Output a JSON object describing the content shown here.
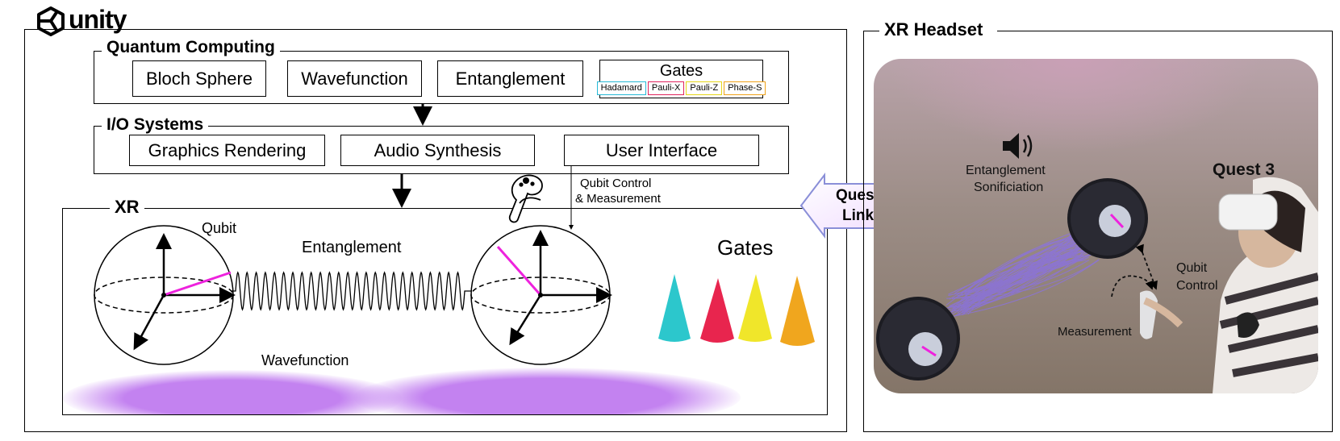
{
  "logo": {
    "text": "unity"
  },
  "frames": {
    "quantum_computing": "Quantum Computing",
    "io_systems": "I/O Systems",
    "xr": "XR",
    "xr_headset": "XR Headset"
  },
  "qc_modules": [
    "Bloch Sphere",
    "Wavefunction",
    "Entanglement"
  ],
  "gates_box": {
    "title": "Gates",
    "gates": [
      {
        "label": "Hadamard",
        "color": "#27b9d6"
      },
      {
        "label": "Pauli-X",
        "color": "#e0245e"
      },
      {
        "label": "Pauli-Z",
        "color": "#e6d619"
      },
      {
        "label": "Phase-S",
        "color": "#f0a21a"
      }
    ]
  },
  "io_modules": [
    "Graphics Rendering",
    "Audio Synthesis",
    "User Interface"
  ],
  "xr_scene": {
    "qubit_label": "Qubit",
    "entanglement_label": "Entanglement",
    "wavefunction_label": "Wavefunction",
    "gates_label": "Gates",
    "control_label_line1": "Qubit Control",
    "control_label_line2": "& Measurement",
    "cone_colors": [
      "#2cc7cc",
      "#e8254e",
      "#f0e62a",
      "#f0a61e"
    ],
    "wave_color": "#c382f0",
    "bloch_vector_color": "#ee22dd"
  },
  "quest_link": {
    "line1": "Quest",
    "line2": "Link"
  },
  "headset_photo": {
    "sonification_line1": "Entanglement",
    "sonification_line2": "Sonificiation",
    "device_label": "Quest 3",
    "control_line1": "Qubit",
    "control_line2": "Control",
    "measurement_label": "Measurement",
    "entanglement_color": "#8a70ea"
  }
}
